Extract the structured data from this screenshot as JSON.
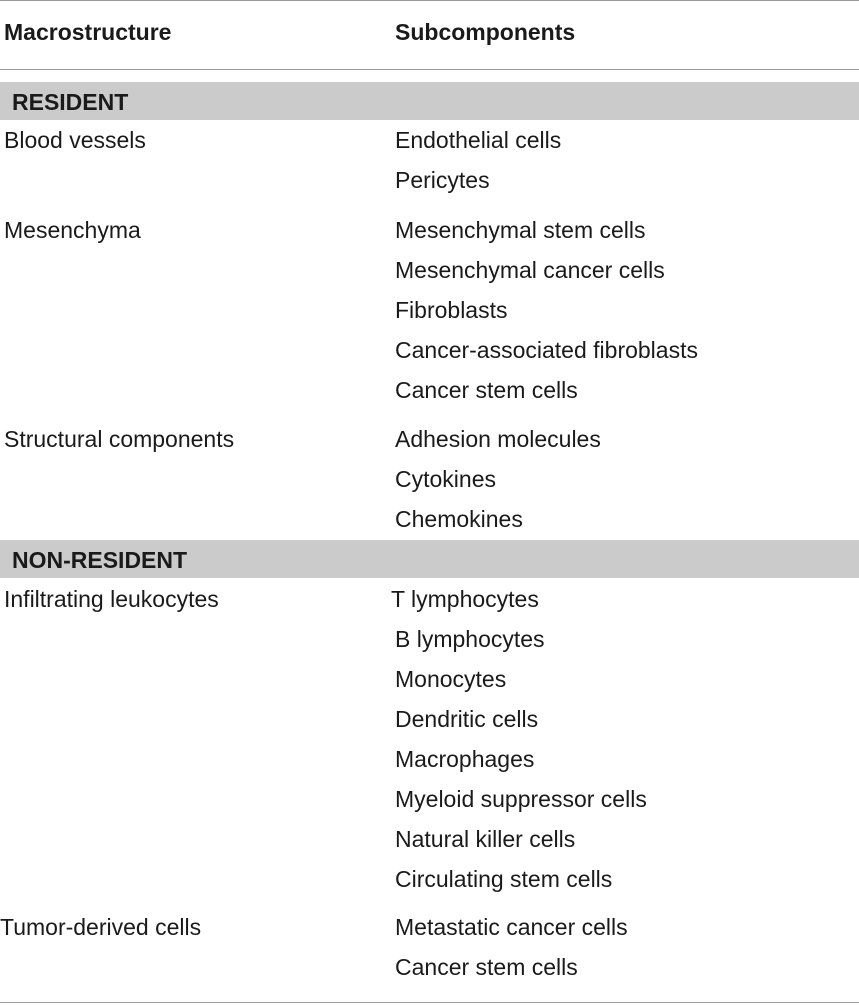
{
  "header": {
    "col1": "Macrostructure",
    "col2": "Subcomponents"
  },
  "sections": [
    {
      "label": "RESIDENT",
      "groups": [
        {
          "macro": "Blood vessels",
          "subs": [
            "Endothelial cells",
            "Pericytes"
          ]
        },
        {
          "macro": "Mesenchyma",
          "subs": [
            "Mesenchymal stem cells",
            "Mesenchymal cancer cells",
            "Fibroblasts",
            "Cancer-associated fibroblasts",
            "Cancer stem cells"
          ]
        },
        {
          "macro": "Structural components",
          "subs": [
            "Adhesion molecules",
            "Cytokines",
            "Chemokines"
          ]
        }
      ]
    },
    {
      "label": "NON-RESIDENT",
      "groups": [
        {
          "macro": "Infiltrating leukocytes",
          "subs": [
            "T lymphocytes",
            "B lymphocytes",
            "Monocytes",
            "Dendritic cells",
            "Macrophages",
            "Myeloid suppressor cells",
            "Natural killer cells",
            "Circulating stem cells"
          ]
        },
        {
          "macro": "Tumor-derived cells",
          "subs": [
            "Metastatic cancer cells",
            "Cancer stem cells"
          ]
        }
      ]
    }
  ]
}
